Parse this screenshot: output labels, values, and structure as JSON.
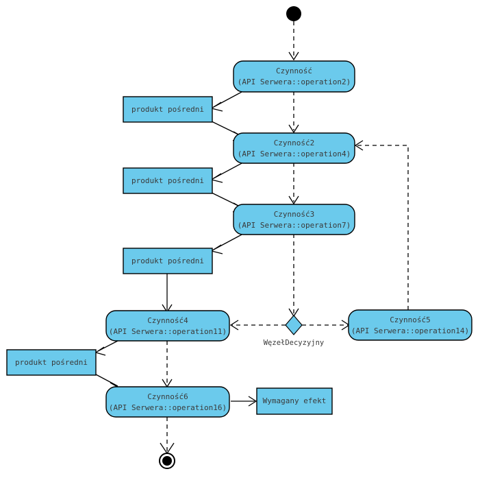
{
  "diagram": {
    "kind": "uml-activity-diagram",
    "colors": {
      "node_fill": "#6bcaec",
      "node_stroke": "#000000",
      "text": "#3a3a3a",
      "background": "#ffffff"
    },
    "initial_node": {
      "name": "initial-node"
    },
    "final_node": {
      "name": "final-node"
    },
    "activities": [
      {
        "id": "a1",
        "title": "Czynność",
        "subtitle": "(API Serwera::operation2)"
      },
      {
        "id": "a2",
        "title": "Czynność2",
        "subtitle": "(API Serwera::operation4)"
      },
      {
        "id": "a3",
        "title": "Czynność3",
        "subtitle": "(API Serwera::operation7)"
      },
      {
        "id": "a4",
        "title": "Czynność4",
        "subtitle": "(API Serwera::operation11)"
      },
      {
        "id": "a5",
        "title": "Czynność5",
        "subtitle": "(API Serwera::operation14)"
      },
      {
        "id": "a6",
        "title": "Czynność6",
        "subtitle": "(API Serwera::operation16)"
      }
    ],
    "object_nodes": [
      {
        "id": "o1",
        "label": "produkt pośredni"
      },
      {
        "id": "o2",
        "label": "produkt pośredni"
      },
      {
        "id": "o3",
        "label": "produkt pośredni"
      },
      {
        "id": "o4",
        "label": "produkt pośredni"
      },
      {
        "id": "o5",
        "label": "Wymagany efekt"
      }
    ],
    "decision_node": {
      "id": "d1",
      "label": "WęzełDecyzyjny"
    }
  }
}
